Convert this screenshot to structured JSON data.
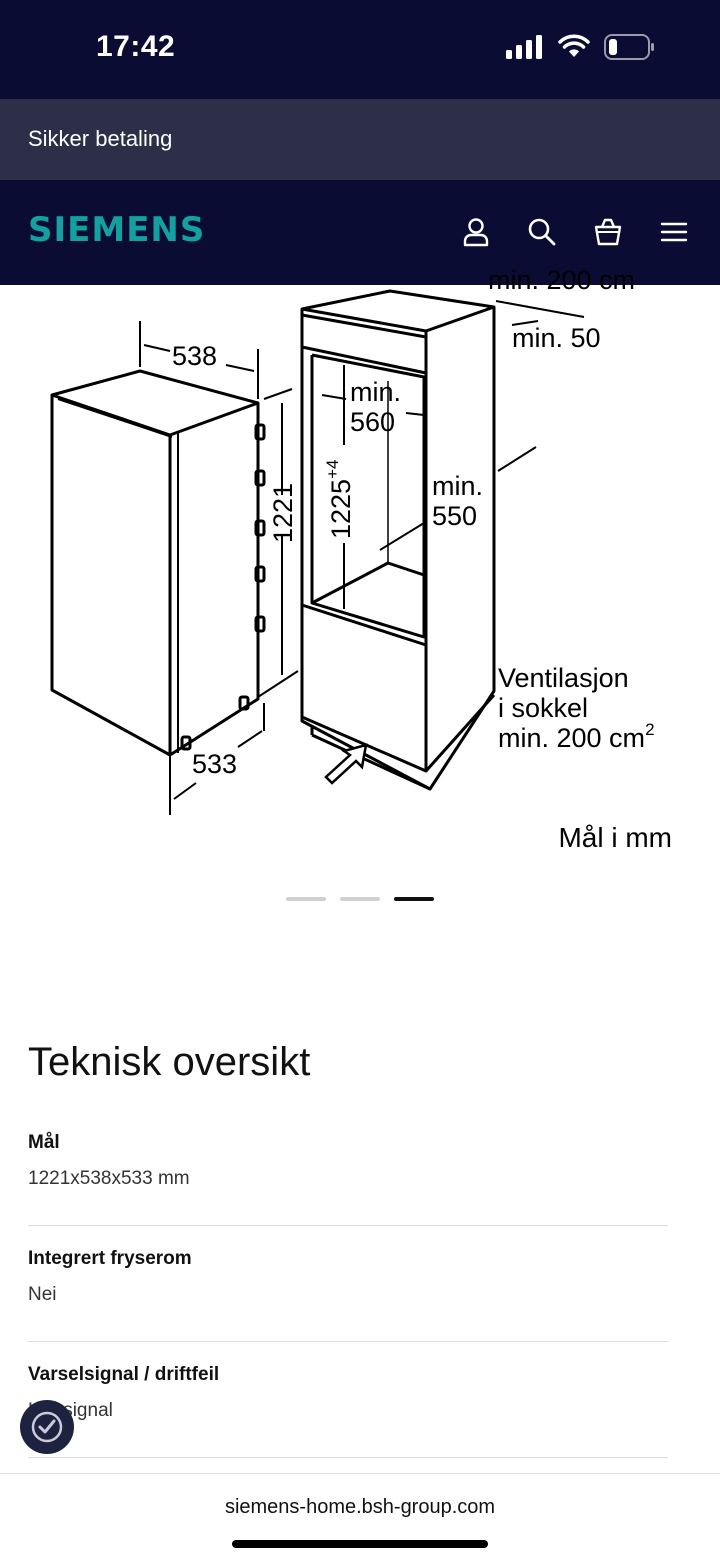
{
  "status_bar": {
    "time": "17:42"
  },
  "secure_bar": {
    "text": "Sikker betaling"
  },
  "header": {
    "logo": "SIEMENS",
    "colors": {
      "background": "#0a0c33",
      "logo": "#12a0a0"
    },
    "icons": [
      "user-icon",
      "search-icon",
      "basket-icon",
      "menu-icon"
    ]
  },
  "diagram": {
    "labels": {
      "width": "538",
      "height": "1221",
      "depth": "533",
      "niche_top_vent": "min. 200 cm",
      "min50": "min. 50",
      "min560_line1": "min.",
      "min560_line2": "560",
      "niche_height": "1225",
      "niche_height_sup": "+4",
      "min550_line1": "min.",
      "min550_line2": "550",
      "vent_line1": "Ventilasjon",
      "vent_line2": "i sokkel",
      "vent_line3": "min. 200 cm",
      "vent_sup": "2",
      "units": "Mål i mm"
    }
  },
  "carousel": {
    "count": 3,
    "active_index": 2
  },
  "section_title": "Teknisk oversikt",
  "specs": [
    {
      "label": "Mål",
      "value": "1221x538x533 mm"
    },
    {
      "label": "Integrert fryserom",
      "value": "Nei"
    },
    {
      "label": "Varselsignal / driftfeil",
      "value": "Lyd signal"
    }
  ],
  "url_bar": {
    "url": "siemens-home.bsh-group.com"
  }
}
